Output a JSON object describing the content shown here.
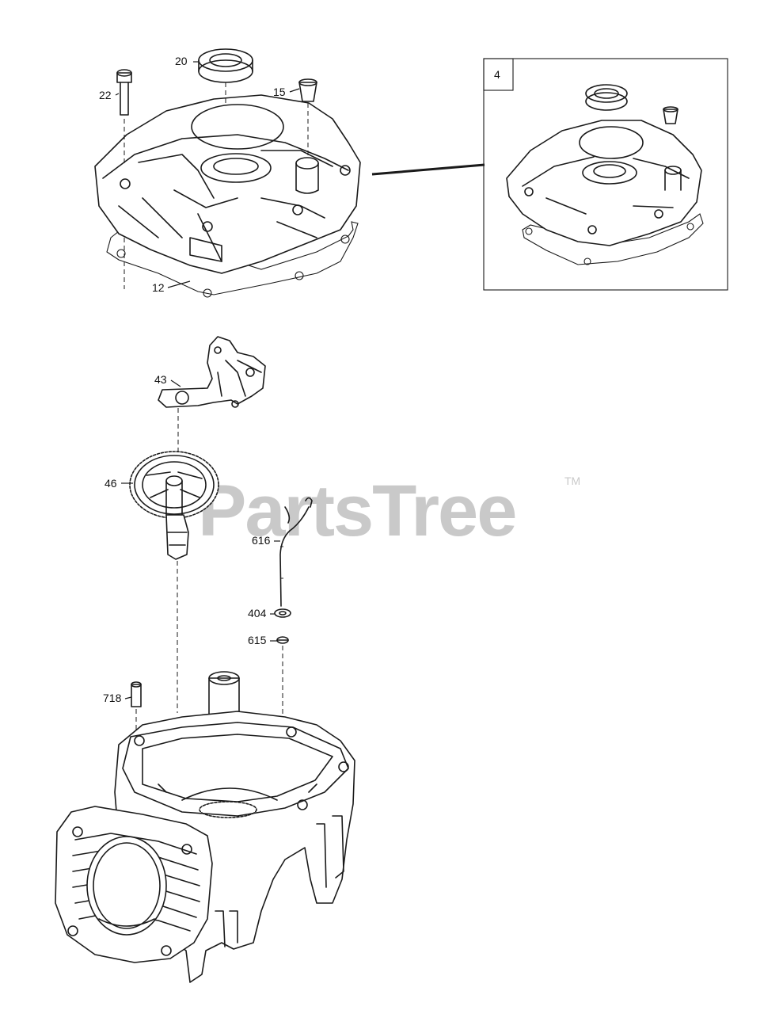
{
  "callouts": {
    "c20": "20",
    "c22": "22",
    "c15": "15",
    "c12": "12",
    "c43": "43",
    "c46": "46",
    "c616": "616",
    "c404": "404",
    "c615": "615",
    "c718": "718"
  },
  "kit": {
    "label": "4"
  },
  "watermark": {
    "text": "PartsTree",
    "trademark": "TM"
  },
  "colors": {
    "line": "#1a1a1a",
    "watermark": "#c9c9c9",
    "background": "#ffffff"
  }
}
